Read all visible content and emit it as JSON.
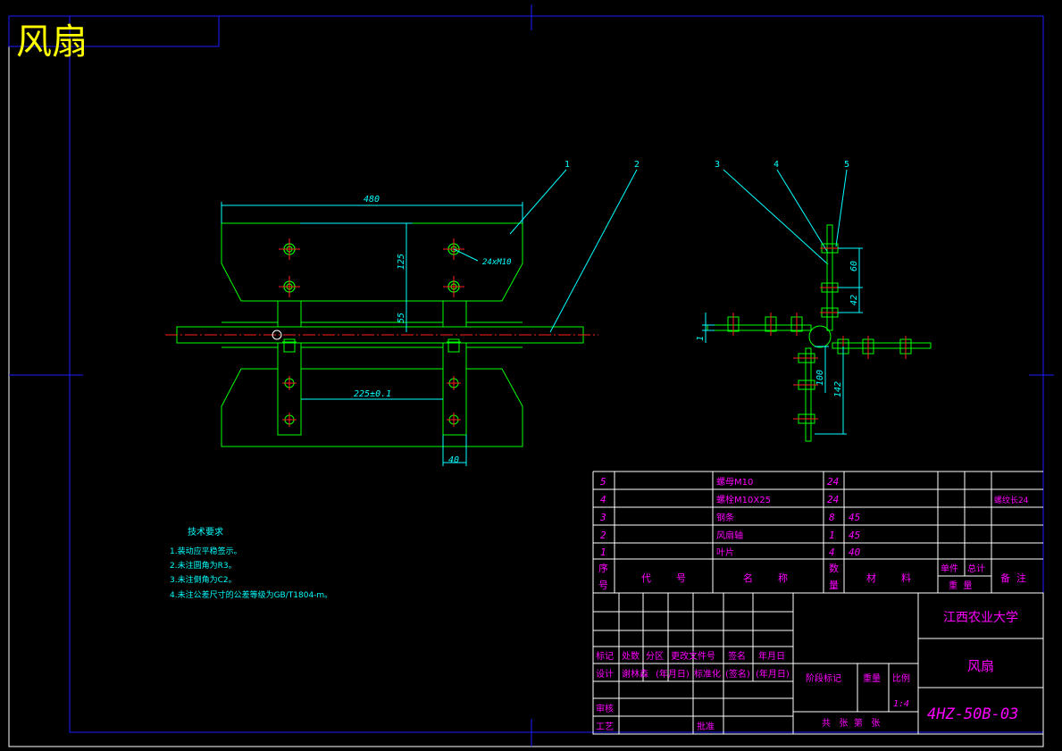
{
  "title": "风扇",
  "tech_requirements": {
    "heading": "技术要求",
    "items": [
      "1.装动应平稳签示。",
      "2.未注圆角为R3。",
      "3.未注倒角为C2。",
      "4.未注公差尺寸的公差等级为GB/T1804-m。"
    ]
  },
  "front_view": {
    "dim_width": "480",
    "dim_hole_spacing_v": "125",
    "dim_shaft_offset": "55",
    "dim_hole_spacing_h": "225±0.1",
    "dim_bar_width": "40",
    "bolt_callout": "24xM10"
  },
  "side_view": {
    "dim_60": "60",
    "dim_42": "42",
    "dim_1": "1",
    "dim_100": "100",
    "dim_142": "142"
  },
  "balloons": [
    "1",
    "2",
    "3",
    "4",
    "5"
  ],
  "bom": {
    "rows": [
      {
        "seq": "5",
        "code": "",
        "name": "螺母M10",
        "qty": "24",
        "material": "",
        "note": ""
      },
      {
        "seq": "4",
        "code": "",
        "name": "螺栓M10X25",
        "qty": "24",
        "material": "",
        "note": "螺纹长24"
      },
      {
        "seq": "3",
        "code": "",
        "name": "钢条",
        "qty": "8",
        "material": "45",
        "note": ""
      },
      {
        "seq": "2",
        "code": "",
        "name": "风扇轴",
        "qty": "1",
        "material": "45",
        "note": ""
      },
      {
        "seq": "1",
        "code": "",
        "name": "叶片",
        "qty": "4",
        "material": "40",
        "note": ""
      }
    ],
    "header": {
      "seq_top": "序",
      "seq_bottom": "号",
      "code": "代        号",
      "name": "名        称",
      "qty_top": "数",
      "qty_bottom": "量",
      "material": "材        料",
      "unit": "单件",
      "total": "总计",
      "weight": "重  量",
      "note": "备  注"
    }
  },
  "title_block": {
    "rev_headers": [
      "标记",
      "处数",
      "分区",
      "更改文件号",
      "签名",
      "年月日"
    ],
    "design_row": [
      "设计",
      "谢林森",
      "(年月日)",
      "标准化",
      "(签名)",
      "(年月日)"
    ],
    "review": "审核",
    "process": "工艺",
    "approve": "批准",
    "stage_mark": "阶段标记",
    "weight": "重量",
    "scale": "比例",
    "scale_value": "1:4",
    "sheet_info": "共   张  第   张",
    "school": "江西农业大学",
    "drawing_name": "风扇",
    "drawing_number": "4HZ-50B-03"
  }
}
